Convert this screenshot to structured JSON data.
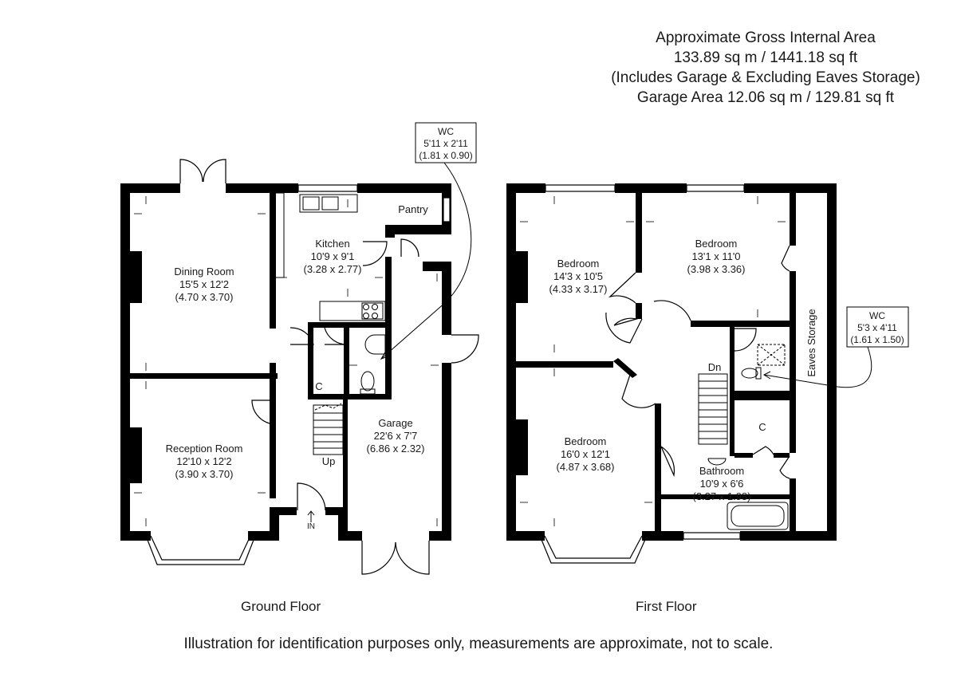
{
  "header": {
    "line1": "Approximate Gross Internal Area",
    "line2": "133.89 sq m / 1441.18 sq ft",
    "line3": "(Includes Garage & Excluding Eaves Storage)",
    "line4": "Garage Area 12.06 sq m / 129.81 sq ft"
  },
  "ground_floor": {
    "label": "Ground Floor",
    "rooms": {
      "dining": {
        "name": "Dining Room",
        "imperial": "15'5 x 12'2",
        "metric": "(4.70 x 3.70)"
      },
      "kitchen": {
        "name": "Kitchen",
        "imperial": "10'9 x 9'1",
        "metric": "(3.28 x 2.77)"
      },
      "pantry": {
        "name": "Pantry"
      },
      "reception": {
        "name": "Reception Room",
        "imperial": "12'10 x 12'2",
        "metric": "(3.90 x 3.70)"
      },
      "garage": {
        "name": "Garage",
        "imperial": "22'6 x 7'7",
        "metric": "(6.86 x 2.32)"
      },
      "cupboard": {
        "name": "C"
      },
      "wc": {
        "name": "WC",
        "imperial": "5'11 x 2'11",
        "metric": "(1.81 x 0.90)"
      }
    },
    "stairs_label": "Up",
    "entrance_label": "IN"
  },
  "first_floor": {
    "label": "First Floor",
    "rooms": {
      "bedroom1": {
        "name": "Bedroom",
        "imperial": "14'3 x 10'5",
        "metric": "(4.33 x 3.17)"
      },
      "bedroom2": {
        "name": "Bedroom",
        "imperial": "13'1 x 11'0",
        "metric": "(3.98 x 3.36)"
      },
      "bedroom3": {
        "name": "Bedroom",
        "imperial": "16'0 x 12'1",
        "metric": "(4.87 x 3.68)"
      },
      "bathroom": {
        "name": "Bathroom",
        "imperial": "10'9 x 6'6",
        "metric": "(3.27 x 1.98)"
      },
      "eaves": {
        "name": "Eaves Storage"
      },
      "cupboard": {
        "name": "C"
      },
      "wc": {
        "name": "WC",
        "imperial": "5'3 x 4'11",
        "metric": "(1.61 x 1.50)"
      }
    },
    "stairs_label": "Dn"
  },
  "disclaimer": "Illustration for identification purposes only, measurements are approximate, not to scale."
}
